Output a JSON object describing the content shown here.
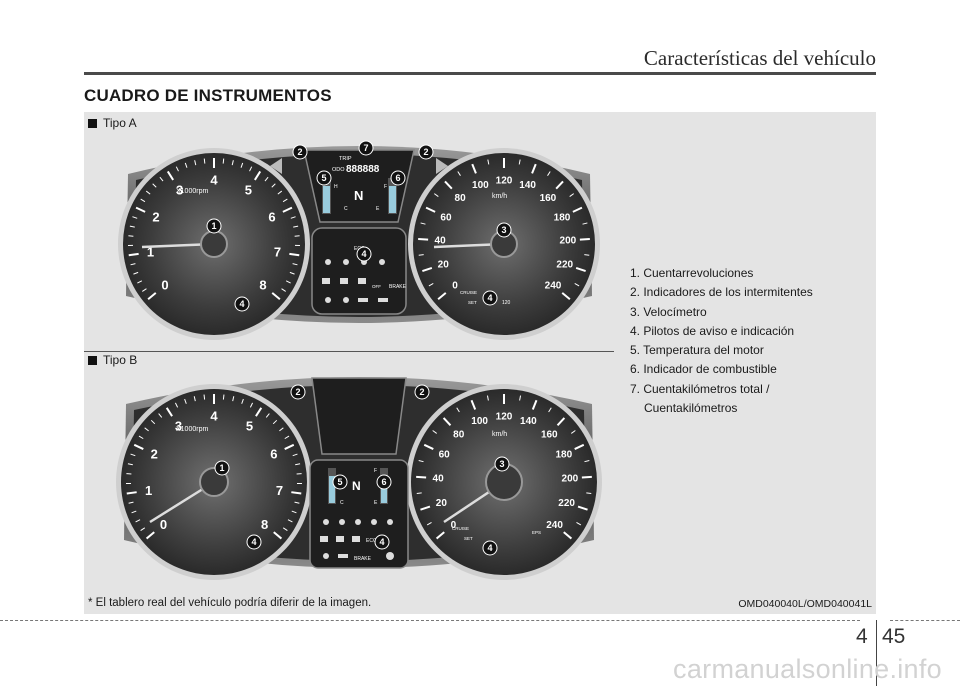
{
  "header": {
    "title": "Características del vehículo"
  },
  "section": {
    "title": "CUADRO DE INSTRUMENTOS"
  },
  "tipo_a": "Tipo A",
  "tipo_b": "Tipo B",
  "legend": {
    "items": [
      "1. Cuentarrevoluciones",
      "2. Indicadores de los intermitentes",
      "3. Velocímetro",
      "4. Pilotos de aviso e indicación",
      "5. Temperatura del motor",
      "6. Indicador de combustible",
      "7. Cuentakilómetros total /"
    ],
    "item7_cont": "Cuentakilómetros"
  },
  "footnote": "* El tablero real del vehículo podría diferir de la imagen.",
  "image_code": "OMD040040L/OMD040041L",
  "tachometer": {
    "unit": "X1000rpm",
    "ticks": [
      "0",
      "1",
      "2",
      "3",
      "4",
      "5",
      "6",
      "7",
      "8"
    ]
  },
  "speedometer": {
    "unit": "km/h",
    "ticks": [
      "0",
      "20",
      "40",
      "60",
      "80",
      "100",
      "120",
      "140",
      "160",
      "180",
      "200",
      "220",
      "240"
    ]
  },
  "cluster_a": {
    "odo_label": "ODO",
    "trip_label": "TRIP",
    "odo_digits": "888888",
    "temp_h": "H",
    "temp_c": "C",
    "fuel_f": "F",
    "fuel_e": "E",
    "gear": "N",
    "callouts": {
      "tach": "1",
      "turn": "2",
      "speedo": "3",
      "warn": "4",
      "temp": "5",
      "fuel": "6",
      "odo": "7"
    }
  },
  "cluster_b": {
    "temp_c": "C",
    "fuel_f": "F",
    "fuel_e": "E",
    "gear": "N",
    "callouts": {
      "tach": "1",
      "turn": "2",
      "speedo": "3",
      "warn": "4",
      "temp": "5",
      "fuel": "6"
    }
  },
  "speedo_labels": {
    "cruise": "CRUISE",
    "set": "SET",
    "eps": "EPS",
    "speed_120": "120",
    "unit_small": "km/h"
  },
  "warn_labels": {
    "eco": "ECO",
    "brake": "BRAKE",
    "off": "OFF"
  },
  "page": {
    "chapter": "4",
    "number": "45"
  },
  "watermark": "carmanualsonline.info"
}
